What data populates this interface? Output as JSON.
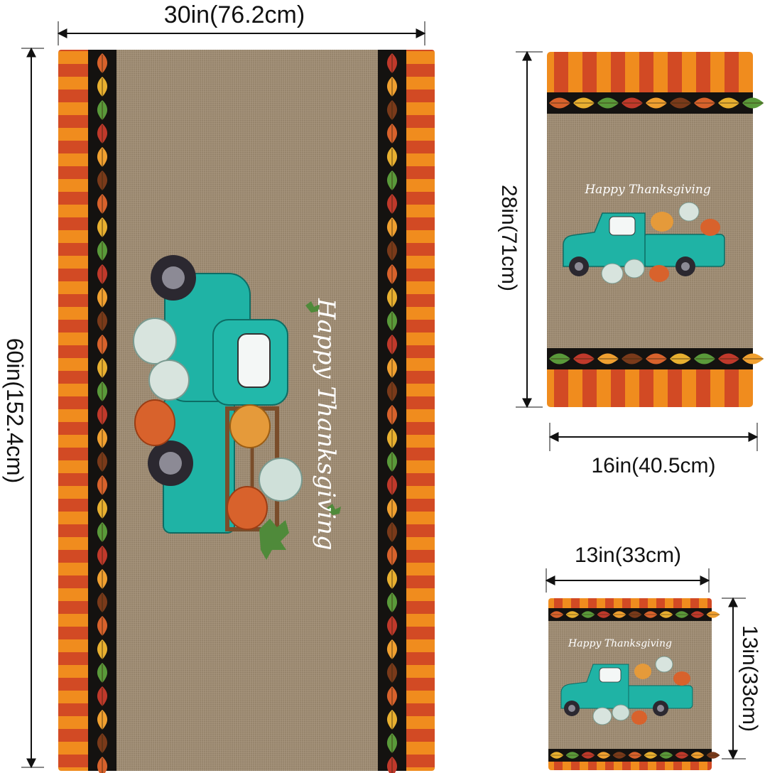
{
  "colors": {
    "burlap": "#9d8b72",
    "stripe_orange": "#f08c1e",
    "stripe_red": "#d24a24",
    "border_black": "#141210",
    "truck_teal": "#1fb3a5",
    "pumpkin_white": "#d8e4de",
    "pumpkin_orange": "#d8622c"
  },
  "runner": {
    "width_label": "30in(76.2cm)",
    "height_label": "60in(152.4cm)",
    "greeting": "Happy Thanksgiving"
  },
  "flag": {
    "width_label": "16in(40.5cm)",
    "height_label": "28in(71cm)",
    "greeting": "Happy Thanksgiving"
  },
  "placemat": {
    "width_label": "13in(33cm)",
    "height_label": "13in(33cm)",
    "greeting": "Happy Thanksgiving"
  },
  "icons": [
    "leaf-icon",
    "truck-icon",
    "pumpkin-icon",
    "arrow-icon"
  ]
}
